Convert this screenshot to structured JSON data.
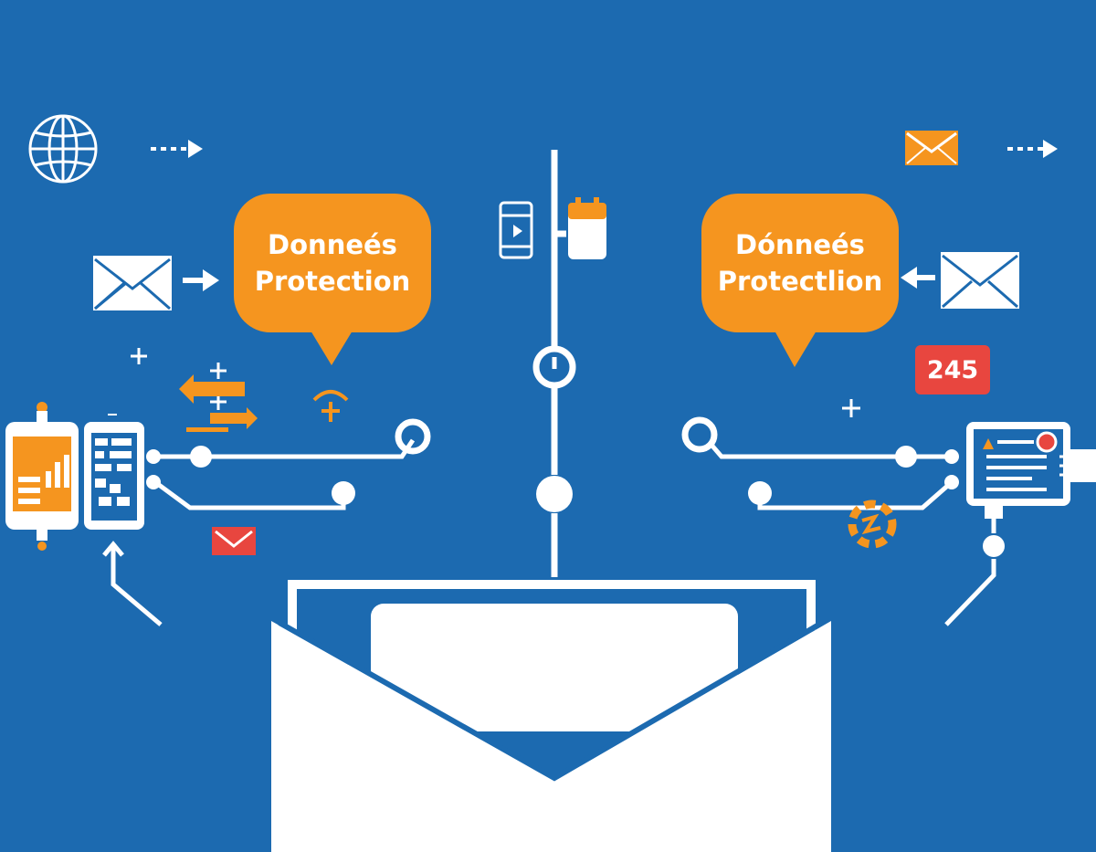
{
  "colors": {
    "background": "#1c6ab0",
    "accent": "#f5951f",
    "line": "#ffffff",
    "alert": "#e8463f"
  },
  "bubbles": {
    "left": {
      "line1": "Donneés",
      "line2": "Protection"
    },
    "right": {
      "line1": "Dónneés",
      "line2": "Protectlion"
    }
  },
  "badge": {
    "value": "245"
  },
  "icons": [
    "globe-icon",
    "dashed-arrow-right-icon",
    "envelope-icon",
    "arrow-right-icon",
    "smartphone-icon",
    "calendar-icon",
    "power-icon",
    "notification-badge",
    "arrow-left-icon",
    "gear-icon",
    "tablet-dashboard-icon",
    "computer-monitor-icon",
    "large-envelope-icon"
  ]
}
